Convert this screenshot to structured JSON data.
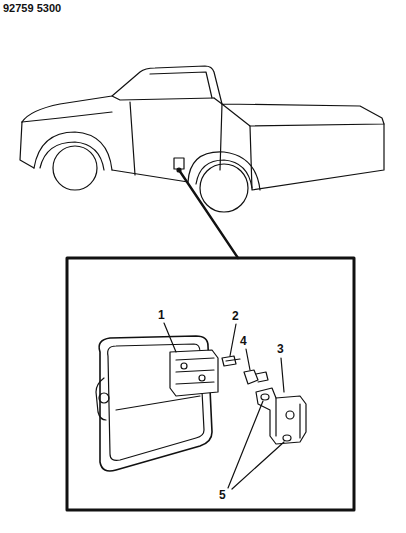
{
  "diagram": {
    "labels": [
      "92759 5300",
      "1",
      "2",
      "3",
      "4",
      "5"
    ]
  }
}
